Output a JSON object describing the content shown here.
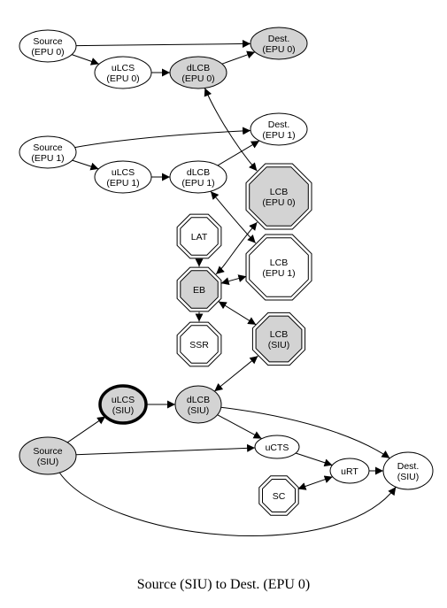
{
  "caption": "Source (SIU) to Dest. (EPU 0)",
  "colors": {
    "filled": "#d3d3d3",
    "empty": "#ffffff",
    "stroke": "#000000"
  },
  "nodes": [
    {
      "id": "source-epu0",
      "shape": "ellipse",
      "filled": false,
      "lines": [
        "Source",
        "(EPU 0)"
      ]
    },
    {
      "id": "dest-epu0",
      "shape": "ellipse",
      "filled": true,
      "lines": [
        "Dest.",
        "(EPU 0)"
      ]
    },
    {
      "id": "ulcs-epu0",
      "shape": "ellipse",
      "filled": false,
      "lines": [
        "uLCS",
        "(EPU 0)"
      ]
    },
    {
      "id": "dlcb-epu0",
      "shape": "ellipse",
      "filled": true,
      "lines": [
        "dLCB",
        "(EPU 0)"
      ]
    },
    {
      "id": "dest-epu1",
      "shape": "ellipse",
      "filled": false,
      "lines": [
        "Dest.",
        "(EPU 1)"
      ]
    },
    {
      "id": "source-epu1",
      "shape": "ellipse",
      "filled": false,
      "lines": [
        "Source",
        "(EPU 1)"
      ]
    },
    {
      "id": "ulcs-epu1",
      "shape": "ellipse",
      "filled": false,
      "lines": [
        "uLCS",
        "(EPU 1)"
      ]
    },
    {
      "id": "dlcb-epu1",
      "shape": "ellipse",
      "filled": false,
      "lines": [
        "dLCB",
        "(EPU 1)"
      ]
    },
    {
      "id": "lcb-epu0",
      "shape": "octagon",
      "filled": true,
      "lines": [
        "LCB",
        "(EPU 0)"
      ]
    },
    {
      "id": "lat",
      "shape": "octagon",
      "filled": false,
      "lines": [
        "LAT"
      ]
    },
    {
      "id": "lcb-epu1",
      "shape": "octagon",
      "filled": false,
      "lines": [
        "LCB",
        "(EPU 1)"
      ]
    },
    {
      "id": "eb",
      "shape": "octagon",
      "filled": true,
      "lines": [
        "EB"
      ]
    },
    {
      "id": "ssr",
      "shape": "octagon",
      "filled": false,
      "lines": [
        "SSR"
      ]
    },
    {
      "id": "lcb-siu",
      "shape": "octagon",
      "filled": true,
      "lines": [
        "LCB",
        "(SIU)"
      ]
    },
    {
      "id": "ulcs-siu",
      "shape": "ellipse",
      "filled": true,
      "bold": true,
      "lines": [
        "uLCS",
        "(SIU)"
      ]
    },
    {
      "id": "dlcb-siu",
      "shape": "ellipse",
      "filled": true,
      "lines": [
        "dLCB",
        "(SIU)"
      ]
    },
    {
      "id": "source-siu",
      "shape": "ellipse",
      "filled": true,
      "lines": [
        "Source",
        "(SIU)"
      ]
    },
    {
      "id": "ucts",
      "shape": "ellipse",
      "filled": false,
      "lines": [
        "uCTS"
      ]
    },
    {
      "id": "urt",
      "shape": "ellipse",
      "filled": false,
      "lines": [
        "uRT"
      ]
    },
    {
      "id": "dest-siu",
      "shape": "ellipse",
      "filled": false,
      "lines": [
        "Dest.",
        "(SIU)"
      ]
    },
    {
      "id": "sc",
      "shape": "octagon",
      "filled": false,
      "lines": [
        "SC"
      ]
    }
  ],
  "edges": [
    {
      "from": "source-epu0",
      "to": "dest-epu0",
      "dir": "forward"
    },
    {
      "from": "source-epu0",
      "to": "ulcs-epu0",
      "dir": "forward"
    },
    {
      "from": "ulcs-epu0",
      "to": "dlcb-epu0",
      "dir": "forward"
    },
    {
      "from": "dlcb-epu0",
      "to": "dest-epu0",
      "dir": "forward"
    },
    {
      "from": "dlcb-epu0",
      "to": "lcb-epu0",
      "dir": "both"
    },
    {
      "from": "source-epu1",
      "to": "dest-epu1",
      "dir": "forward"
    },
    {
      "from": "source-epu1",
      "to": "ulcs-epu1",
      "dir": "forward"
    },
    {
      "from": "ulcs-epu1",
      "to": "dlcb-epu1",
      "dir": "forward"
    },
    {
      "from": "dlcb-epu1",
      "to": "dest-epu1",
      "dir": "forward"
    },
    {
      "from": "dlcb-epu1",
      "to": "lcb-epu1",
      "dir": "both"
    },
    {
      "from": "lat",
      "to": "eb",
      "dir": "forward"
    },
    {
      "from": "eb",
      "to": "lcb-epu0",
      "dir": "both"
    },
    {
      "from": "eb",
      "to": "lcb-epu1",
      "dir": "both"
    },
    {
      "from": "eb",
      "to": "ssr",
      "dir": "forward"
    },
    {
      "from": "eb",
      "to": "lcb-siu",
      "dir": "both"
    },
    {
      "from": "dlcb-siu",
      "to": "lcb-siu",
      "dir": "both"
    },
    {
      "from": "ulcs-siu",
      "to": "dlcb-siu",
      "dir": "forward"
    },
    {
      "from": "source-siu",
      "to": "ulcs-siu",
      "dir": "forward"
    },
    {
      "from": "source-siu",
      "to": "ucts",
      "dir": "forward"
    },
    {
      "from": "dlcb-siu",
      "to": "ucts",
      "dir": "forward"
    },
    {
      "from": "dlcb-siu",
      "to": "dest-siu",
      "dir": "forward"
    },
    {
      "from": "ucts",
      "to": "urt",
      "dir": "forward"
    },
    {
      "from": "urt",
      "to": "dest-siu",
      "dir": "forward"
    },
    {
      "from": "sc",
      "to": "urt",
      "dir": "both"
    },
    {
      "from": "source-siu",
      "to": "dest-siu",
      "dir": "forward"
    }
  ]
}
